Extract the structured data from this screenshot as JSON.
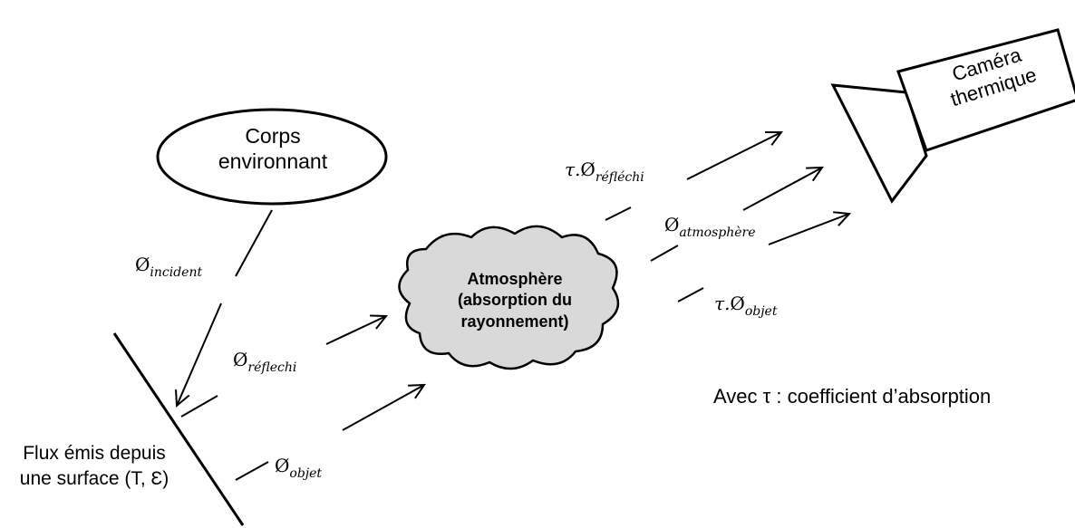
{
  "source": {
    "line1": "Corps",
    "line2": "environnant"
  },
  "surface": {
    "line1": "Flux émis depuis",
    "line2": "une surface (T, Ɛ)"
  },
  "atmosphere": {
    "line1": "Atmosphère",
    "line2": "(absorption du",
    "line3": "rayonnement)",
    "fill": "#d9d9d9"
  },
  "camera": {
    "line1": "Caméra",
    "line2": "thermique"
  },
  "flux": {
    "phi": "Ø",
    "tau_prefix": "τ.",
    "incident": "incident",
    "reflechi": "réflechi",
    "objet": "objet",
    "reflechi_out": "réfléchi",
    "atmosphere": "atmosphère",
    "objet_out": "objet"
  },
  "legend": {
    "text": "Avec τ : coefficient d’absorption"
  }
}
